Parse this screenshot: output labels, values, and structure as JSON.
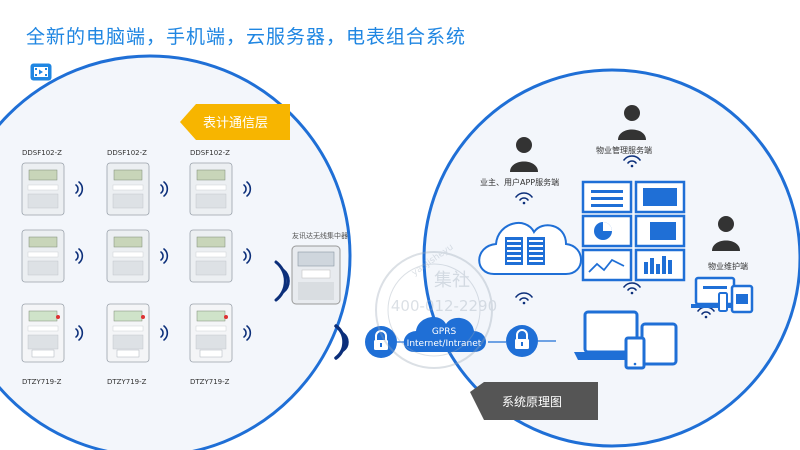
{
  "title": "全新的电脑端，手机端，云服务器，电表组合系统",
  "left_panel": {
    "layer_label": "表计通信层",
    "meters_top": [
      "DDSF102-Z",
      "DDSF102-Z",
      "DDSF102-Z"
    ],
    "meters_bottom": [
      "DTZY719-Z",
      "DTZY719-Z",
      "DTZY719-Z"
    ],
    "concentrator_label": "友讯达无线集中器"
  },
  "center": {
    "cloud_text_line1": "GPRS",
    "cloud_text_line2": "Internet/Intranet"
  },
  "right_panel": {
    "owner_label": "业主、用户APP服务端",
    "property_label": "物业管理服务端",
    "maintenance_label": "物业维护端",
    "system_label": "系统原理图"
  },
  "watermark": {
    "line1": "yanjisheyu",
    "line2": "集社",
    "line3": "400-012-2290"
  },
  "colors": {
    "accent_blue": "#1f6fd6",
    "title_blue": "#1f86e2",
    "label_yellow": "#f7b500",
    "dark_label": "#555555"
  }
}
